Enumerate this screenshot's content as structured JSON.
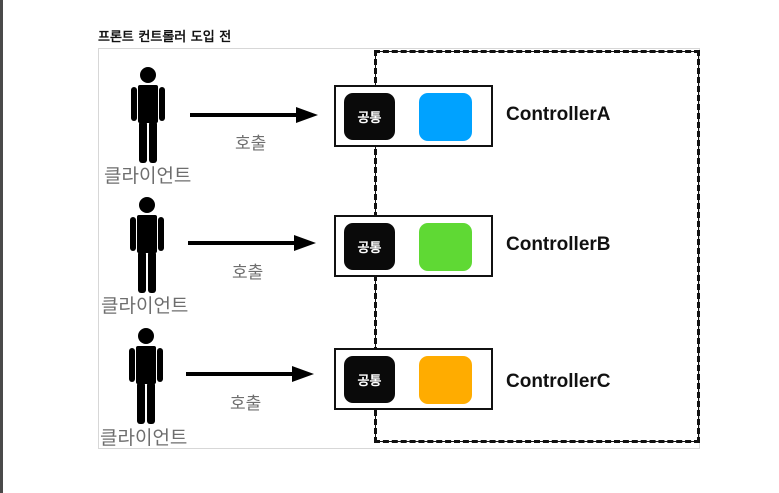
{
  "heading": "프론트 컨트롤러 도입 전",
  "rows": [
    {
      "client": "클라이언트",
      "call": "호출",
      "common": "공통",
      "controller": "ControllerA",
      "color": "#00a2ff"
    },
    {
      "client": "클라이언트",
      "call": "호출",
      "common": "공통",
      "controller": "ControllerB",
      "color": "#5fd934"
    },
    {
      "client": "클라이언트",
      "call": "호출",
      "common": "공통",
      "controller": "ControllerC",
      "color": "#ffac00"
    }
  ]
}
